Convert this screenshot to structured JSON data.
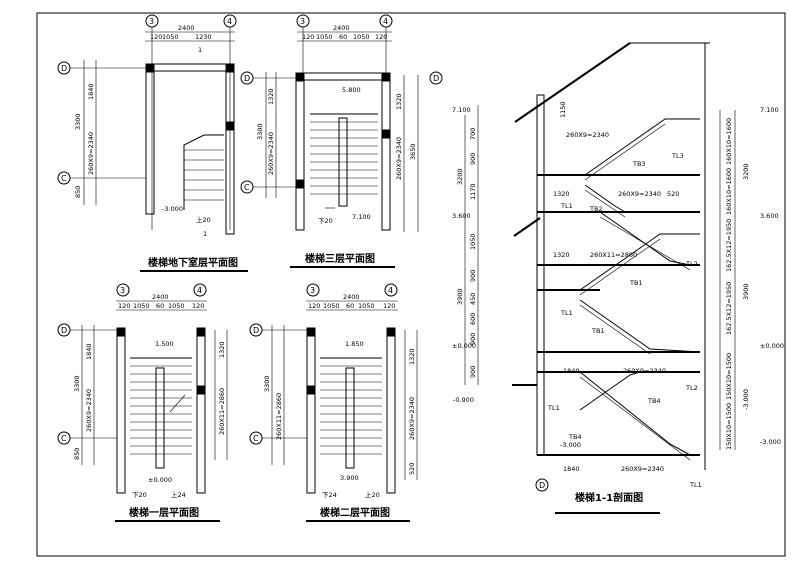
{
  "titles": {
    "basement": "楼梯地下室层平面图",
    "third": "楼梯三层平面图",
    "first": "楼梯一层平面图",
    "second": "楼梯二层平面图",
    "section": "楼梯1-1剖面图"
  },
  "axes": {
    "a3": "3",
    "a4": "4",
    "aD": "D",
    "aC": "C"
  },
  "dims": {
    "d2400": "2400",
    "d1050": "1050",
    "d1230": "1230",
    "d60": "60",
    "d120": "120",
    "d1840": "1840",
    "d3300": "3300",
    "d2340": "260X9=2340",
    "d850": "850",
    "d1320": "1320",
    "d3650": "3650",
    "d2860": "260X11=2860",
    "d520": "520",
    "d3900": "3900",
    "d3200": "3200",
    "d700": "700",
    "d900": "900",
    "d1170": "1170",
    "d600": "600",
    "d450": "450",
    "d1150": "1150"
  },
  "levels": {
    "m3000": "-3.000",
    "p5800": "5.800",
    "p7100": "7.100",
    "p1500": "1.500",
    "p1850": "1.850",
    "p0000": "±0.000",
    "p3900": "3.900",
    "m0900": "-0.900",
    "p3600": "3.600"
  },
  "labels": {
    "down20": "下20",
    "up24": "上24",
    "down24": "下24",
    "up20": "上20",
    "sec1": "1",
    "tb1": "TB1",
    "tb2": "TB2",
    "tb3": "TB3",
    "tb4": "TB4",
    "tl1": "TL1",
    "tl2": "TL2",
    "tl3": "TL3",
    "s2340": "260X9=2340",
    "s2860": "260X11=2860",
    "r1": "162.5X12=1950",
    "r2": "150X10=1500",
    "r3": "160X10=1600"
  }
}
